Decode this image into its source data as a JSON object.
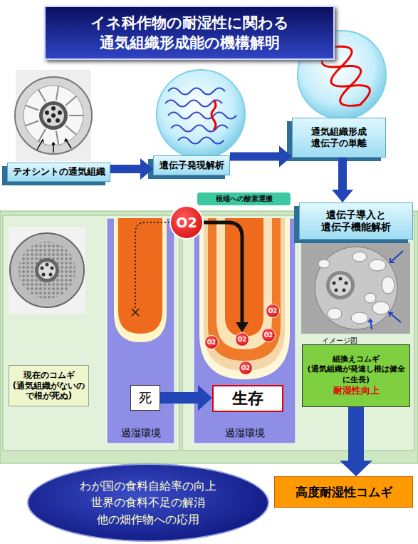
{
  "diagram": {
    "title": "イネ科作物の耐湿性に関わる 通気組織形成能の機構解明",
    "nodes": [
      {
        "text": [
          "テオシントの通気組織"
        ]
      },
      {
        "text": [
          "遺伝子発現解析"
        ]
      },
      {
        "text": [
          "通気組織形成 遺伝子の単離"
        ]
      },
      {
        "text": [
          "遺伝子導入と 遺伝子機能解析"
        ]
      },
      {
        "text": [
          "根端への酸素運搬"
        ]
      },
      {
        "text": [
          "O2"
        ]
      },
      {
        "text": [
          "現在のコムギ",
          "(通気組織がないので根が死ぬ)"
        ]
      },
      {
        "text": [
          "過湿環境"
        ]
      },
      {
        "text": [
          "死"
        ],
        "in": 7
      },
      {
        "text": [
          "過湿環境"
        ]
      },
      {
        "text": [
          "生存"
        ],
        "in": 9
      },
      {
        "text": [
          "O2"
        ],
        "in": 9
      },
      {
        "text": [
          "O2"
        ],
        "in": 9
      },
      {
        "text": [
          "O2"
        ],
        "in": 9
      },
      {
        "text": [
          "O2"
        ],
        "in": 9
      },
      {
        "text": [
          "O2"
        ],
        "in": 9
      },
      {
        "text": [
          "組換えコムギ",
          "(通気組織が発達し根は健全に生長)",
          "耐湿性向上"
        ]
      },
      {
        "text": [
          "高度耐湿性コムギ"
        ]
      },
      {
        "text": [
          "わが国の食料自給率の向上",
          "世界の食料不足の解消",
          "他の畑作物への応用"
        ]
      }
    ],
    "edges": [
      {
        "from": 0,
        "to": 1,
        "arrow": "to"
      },
      {
        "from": 1,
        "to": 2,
        "arrow": "to"
      },
      {
        "from": 2,
        "to": 3,
        "arrow": "to"
      },
      {
        "from": 5,
        "to": 13,
        "arrow": "to"
      },
      {
        "from": 8,
        "to": 10,
        "arrow": "to"
      },
      {
        "from": 16,
        "to": 17,
        "arrow": "to"
      }
    ],
    "labels": [
      "イメージ図"
    ]
  }
}
